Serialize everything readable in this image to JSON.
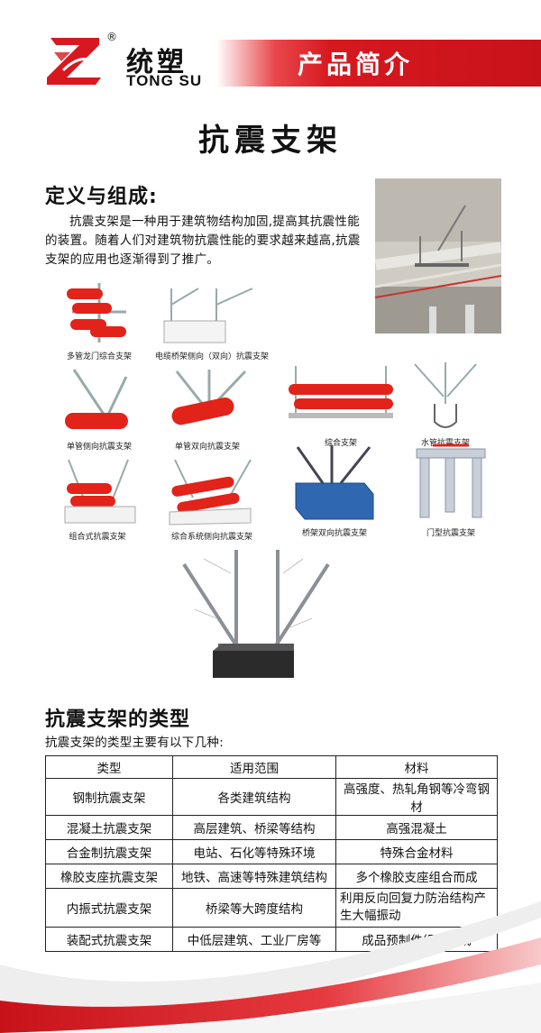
{
  "header": {
    "brand_cn": "统塑",
    "brand_en": "TONG SU",
    "registered": "®",
    "banner": "产品简介",
    "brand_color": "#d7181f"
  },
  "title": "抗震支架",
  "definition": {
    "heading": "定义与组成:",
    "text": "抗震支架是一种用于建筑物结构加固,提高其抗震性能的装置。随着人们对建筑物抗震性能的要求越来越高,抗震支架的应用也逐渐得到了推广。"
  },
  "figures": {
    "captions": [
      "多管龙门综合支架",
      "电缆桥架侧向（双向）抗震支架",
      "单管侧向抗震支架",
      "单管双向抗震支架",
      "综合支架",
      "水管抗震支架",
      "组合式抗震支架",
      "综合系统侧向抗震支架",
      "桥架双向抗震支架",
      "门型抗震支架"
    ]
  },
  "types": {
    "heading": "抗震支架的类型",
    "subheading": "抗震支架的类型主要有以下几种:",
    "columns": [
      "类型",
      "适用范围",
      "材料"
    ],
    "rows": [
      [
        "钢制抗震支架",
        "各类建筑结构",
        "高强度、热轧角钢等冷弯钢材"
      ],
      [
        "混凝土抗震支架",
        "高层建筑、桥梁等结构",
        "高强混凝土"
      ],
      [
        "合金制抗震支架",
        "电站、石化等特殊环境",
        "特殊合金材料"
      ],
      [
        "橡胶支座抗震支架",
        "地铁、高速等特殊建筑结构",
        "多个橡胶支座组合而成"
      ],
      [
        "内振式抗震支架",
        "桥梁等大跨度结构",
        "利用反向回复力防治结构产生大幅振动"
      ],
      [
        "装配式抗震支架",
        "中低层建筑、工业厂房等",
        "成品预制件组装而成"
      ]
    ]
  }
}
